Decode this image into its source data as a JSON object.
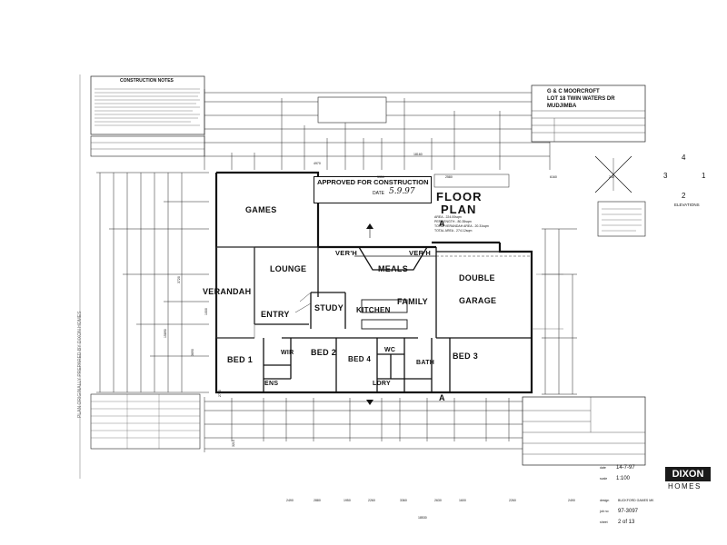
{
  "construction_notes": {
    "title": "CONSTRUCTION NOTES"
  },
  "title_block": {
    "client_line1": "G & C MOORCROFT",
    "client_line2": "LOT 18 TWIN WATERS DR",
    "client_line3": "MUDJIMBA",
    "date_label": "date",
    "date_value": "14-7-97",
    "scale_label": "scale",
    "scale_value": "1:100",
    "brand_top": "DIXON",
    "brand_bottom": "HOMES",
    "job_label": "job no",
    "job_value": "97-3097",
    "sheet_label": "sheet",
    "sheet_value": "2 of 13",
    "design_label": "design",
    "design_value": "BUCKFORD GAMES MK"
  },
  "stamp": {
    "text": "APPROVED FOR CONSTRUCTION",
    "date_label": "DATE",
    "date_value": "5.9.97"
  },
  "floor_plan": {
    "title_line1": "FLOOR",
    "title_line2": "PLAN",
    "areas": [
      "AREA - 224.00sqm",
      "PER LENGTH - 80.35sqm",
      "TOTAL VERANDAH AREA - 20.31sqm",
      "TOTAL AREA - 274.12sqm"
    ],
    "section_marker": "A",
    "elevations_label": "ELEVATIONS",
    "compass": {
      "n": "4",
      "e": "1",
      "s": "2",
      "w": "3"
    }
  },
  "rooms": {
    "games": "GAMES",
    "lounge": "LOUNGE",
    "verandah_left": "VERANDAH",
    "verandah_mid": "VER'H",
    "verandah_right": "VER'H",
    "meals": "MEALS",
    "family": "FAMILY",
    "kitchen": "KITCHEN",
    "study": "STUDY",
    "entry": "ENTRY",
    "double": "DOUBLE",
    "garage": "GARAGE",
    "bed1": "BED 1",
    "bed2": "BED 2",
    "bed3": "BED 3",
    "bed4": "BED 4",
    "wir": "WIR",
    "ens": "ENS",
    "wc": "WC",
    "bath": "BATH",
    "ldry": "LDRY"
  },
  "dimensions": {
    "overall_top": "18160",
    "overall_bottom": "18530",
    "top_segments": [
      "4970",
      "3350",
      "2580",
      "6160",
      "240"
    ],
    "bottom_segments": [
      "2490",
      "2880",
      "1950",
      "2260",
      "3360",
      "2630",
      "1600",
      "2260",
      "2490"
    ],
    "left_overall": "15890",
    "left_segments": [
      "3720",
      "3690",
      "1000",
      "2770",
      "3210"
    ]
  },
  "side_margin_note": "PLAN ORIGINALLY PREPARED BY DIXON HOMES"
}
